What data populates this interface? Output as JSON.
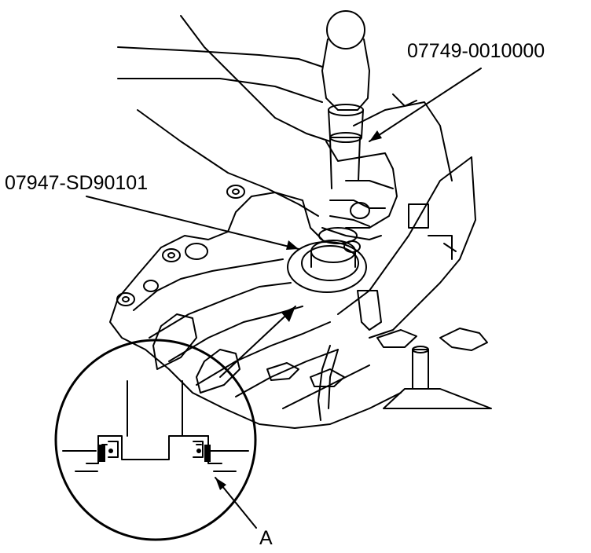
{
  "figure": {
    "callouts": {
      "driver_tool": "07749-0010000",
      "attachment_tool": "07947-SD90101",
      "detail_label": "A"
    },
    "colors": {
      "line": "#000000",
      "background": "#ffffff"
    },
    "icons": [
      "hammer-icon",
      "hand-icon",
      "detail-magnifier-icon"
    ]
  }
}
